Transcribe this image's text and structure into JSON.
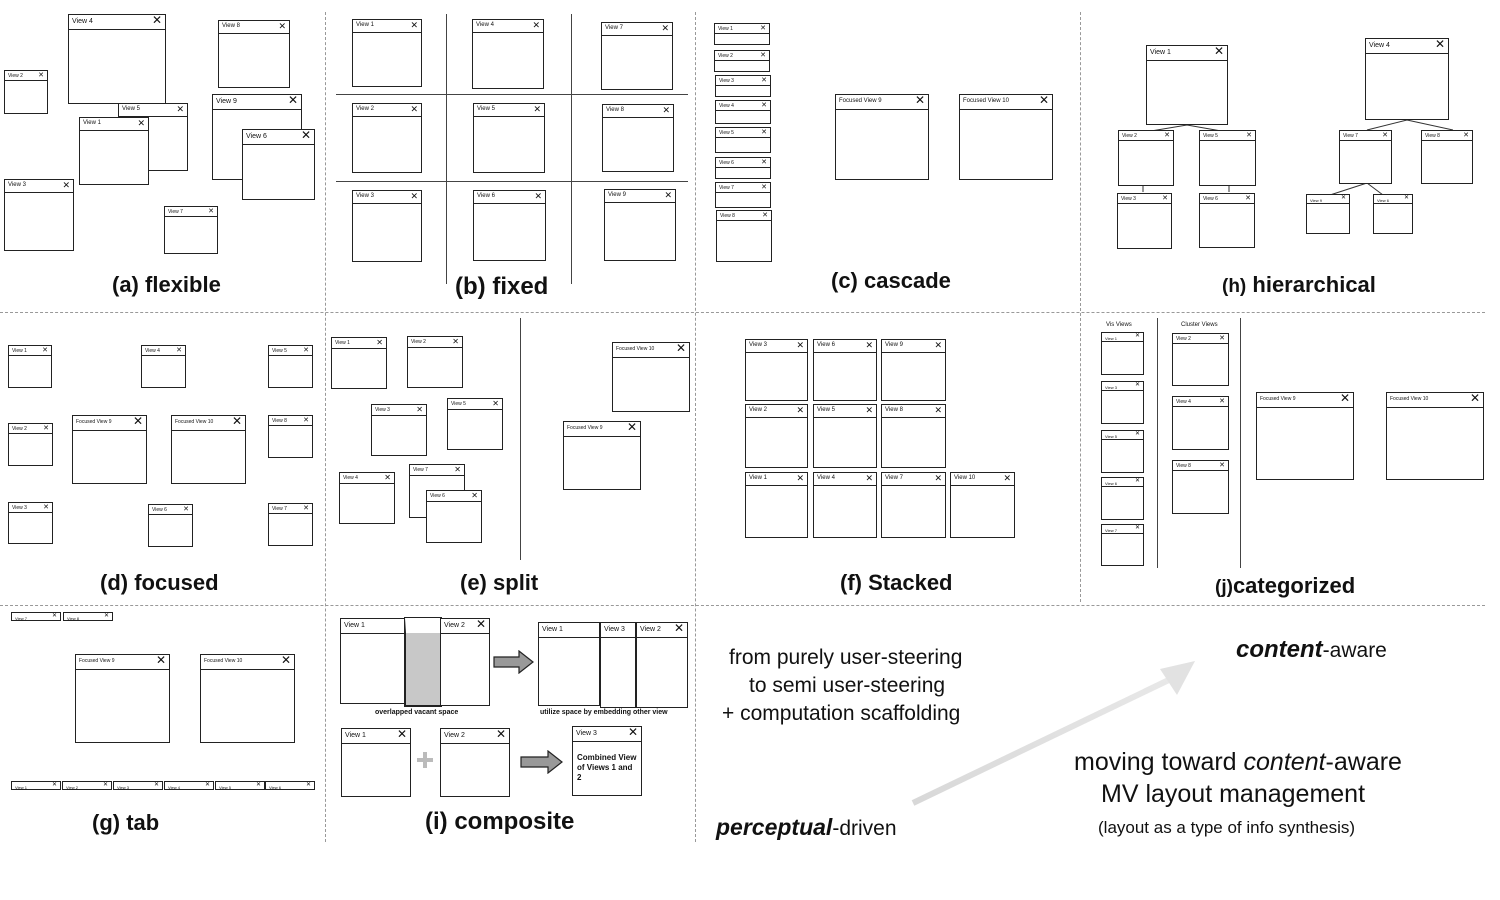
{
  "panels": {
    "flexible": {
      "caption_id": "(a)",
      "caption": "flexible",
      "views": [
        "View 4",
        "View 8",
        "View 2",
        "View 5",
        "View 9",
        "View 1",
        "View 6",
        "View 3",
        "View 7"
      ]
    },
    "fixed": {
      "caption_id": "(b)",
      "caption": "fixed",
      "views": [
        "View 1",
        "View 4",
        "View 7",
        "View 2",
        "View 5",
        "View 8",
        "View 3",
        "View 6",
        "View 9"
      ]
    },
    "cascade": {
      "caption_id": "(c)",
      "caption": "cascade",
      "views": [
        "View 1",
        "View 2",
        "View 3",
        "View 4",
        "View 5",
        "View 6",
        "View 7",
        "View 8"
      ],
      "focused": [
        "Focused View 9",
        "Focused View 10"
      ]
    },
    "hierarchical": {
      "caption_id": "(h)",
      "caption": "hierarchical",
      "views": [
        "View 1",
        "View 4",
        "View 2",
        "View 5",
        "View 7",
        "View 8",
        "View 3",
        "View 6",
        "View 9",
        "View 6"
      ]
    },
    "focused": {
      "caption_id": "(d)",
      "caption": "focused",
      "views": [
        "View 1",
        "View 4",
        "View 5",
        "View 2",
        "View 8",
        "View 3",
        "View 6",
        "View 7"
      ],
      "focused": [
        "Focused View 9",
        "Focused View 10"
      ]
    },
    "split": {
      "caption_id": "(e)",
      "caption": "split",
      "views": [
        "View 1",
        "View 2",
        "View 3",
        "View 5",
        "View 4",
        "View 7",
        "View 6"
      ],
      "focused": [
        "Focused View 10",
        "Focused View 9"
      ]
    },
    "stacked": {
      "caption_id": "(f)",
      "caption": "Stacked",
      "views": [
        "View 3",
        "View 6",
        "View 9",
        "View 2",
        "View 5",
        "View 8",
        "View 1",
        "View 4",
        "View 7",
        "View 10"
      ]
    },
    "categorized": {
      "caption_id": "(j)",
      "caption": "categorized",
      "group1": "Vis Views",
      "group2": "Cluster Views",
      "col1": [
        "View 1",
        "View 3",
        "View 5",
        "View 6",
        "View 7"
      ],
      "col2": [
        "View 2",
        "View 4",
        "View 8"
      ],
      "focused": [
        "Focused View 9",
        "Focused View 10"
      ]
    },
    "tab": {
      "caption_id": "(g)",
      "caption": "tab",
      "top_tabs": [
        "View 7",
        "View 8"
      ],
      "bottom_tabs": [
        "View 1",
        "View 2",
        "View 3",
        "View 4",
        "View 5",
        "View 6"
      ],
      "focused": [
        "Focused View 9",
        "Focused View 10"
      ]
    },
    "composite": {
      "caption_id": "(i)",
      "caption": "composite",
      "top_left": [
        "View 1",
        "View 2"
      ],
      "top_right": [
        "View 1",
        "View 3",
        "View 2"
      ],
      "note_left": "overlapped vacant space",
      "note_right": "utilize space by embedding other view",
      "bottom": [
        "View 1",
        "View 2",
        "View 3"
      ],
      "combined": "Combined View of Views 1 and 2"
    }
  },
  "summary": {
    "steer_1": "from purely user-steering",
    "steer_2": "to semi user-steering",
    "steer_3": "+ computation scaffolding",
    "content_top_em": "content",
    "content_top_rest": "-aware",
    "move_1a": "moving toward ",
    "move_1b": "content",
    "move_1c": "-aware",
    "move_2": "MV layout management",
    "move_3": "(layout as a type of info synthesis)",
    "perc_em": "perceptual",
    "perc_rest": "-driven"
  },
  "colors": {
    "divider": "#999999",
    "arrow": "#e0e0e0",
    "gray_fill": "#c8c8c8"
  }
}
